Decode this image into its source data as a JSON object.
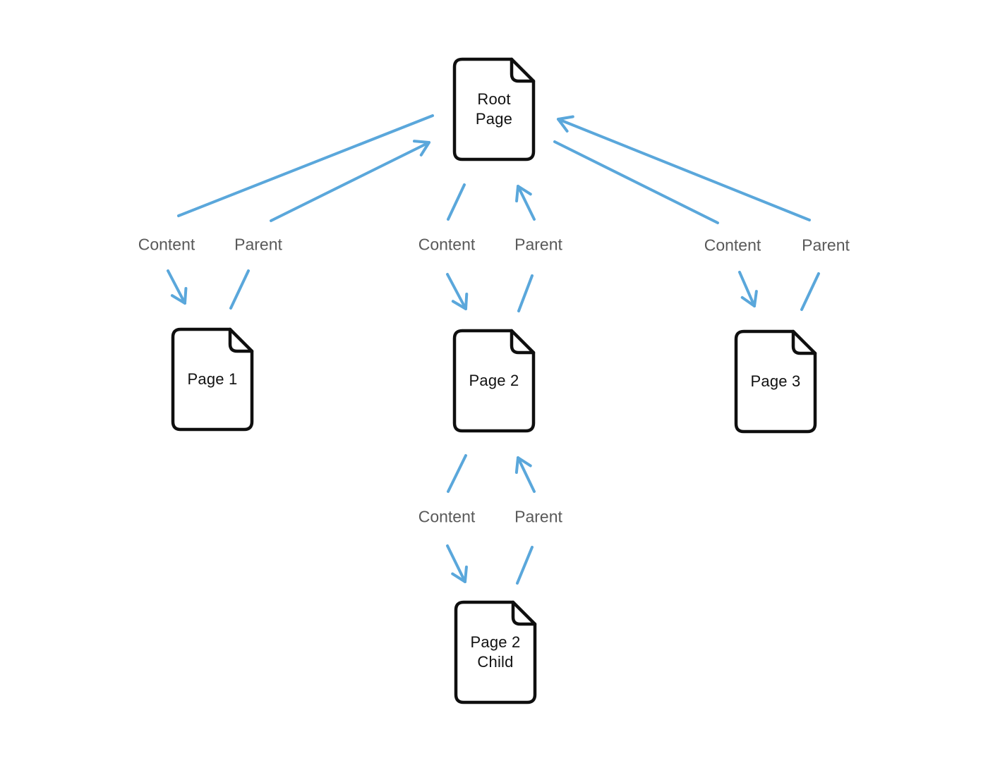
{
  "diagram": {
    "nodes": [
      {
        "id": "root-page",
        "label": "Root\nPage"
      },
      {
        "id": "page-1",
        "label": "Page 1"
      },
      {
        "id": "page-2",
        "label": "Page 2"
      },
      {
        "id": "page-3",
        "label": "Page 3"
      },
      {
        "id": "page-2-child",
        "label": "Page 2\nChild"
      }
    ],
    "edge_labels": [
      {
        "id": "root-to-page1",
        "content": "Content",
        "parent": "Parent"
      },
      {
        "id": "root-to-page2",
        "content": "Content",
        "parent": "Parent"
      },
      {
        "id": "root-to-page3",
        "content": "Content",
        "parent": "Parent"
      },
      {
        "id": "page2-to-child",
        "content": "Content",
        "parent": "Parent"
      }
    ],
    "colors": {
      "arrow_blue": "#5AA7DB",
      "label_gray": "#595959",
      "node_stroke": "#0F0F0F",
      "node_fill": "#FFFFFF",
      "canvas_bg": "#FFFFFF"
    }
  }
}
